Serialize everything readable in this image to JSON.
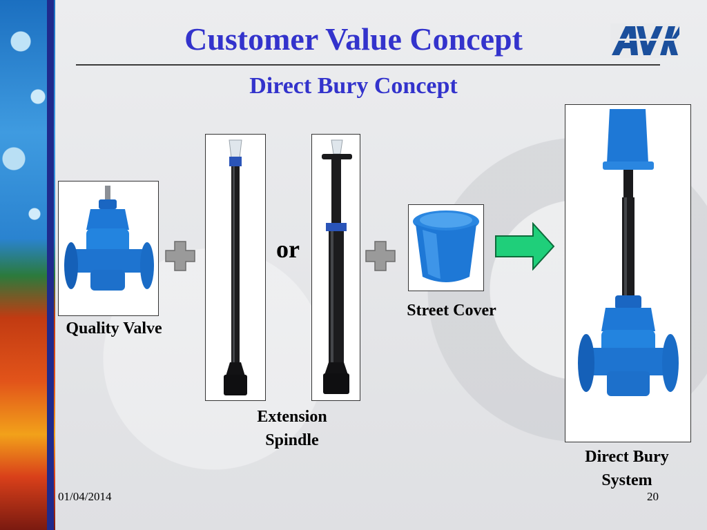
{
  "slide": {
    "title": "Customer Value Concept",
    "subtitle": "Direct Bury Concept",
    "logo_text": "AVK",
    "date": "01/04/2014",
    "page_number": "20"
  },
  "items": {
    "valve_label": "Quality Valve",
    "or_label": "or",
    "spindle_label_line1": "Extension",
    "spindle_label_line2": "Spindle",
    "cover_label": "Street Cover",
    "system_label_line1": "Direct Bury",
    "system_label_line2": "System"
  },
  "colors": {
    "title": "#3333cc",
    "valve_blue": "#1e78d6",
    "arrow_green": "#1fcf7a",
    "plus_gray": "#9a9a9a"
  },
  "icons": [
    "plus-icon",
    "arrow-right-icon"
  ]
}
